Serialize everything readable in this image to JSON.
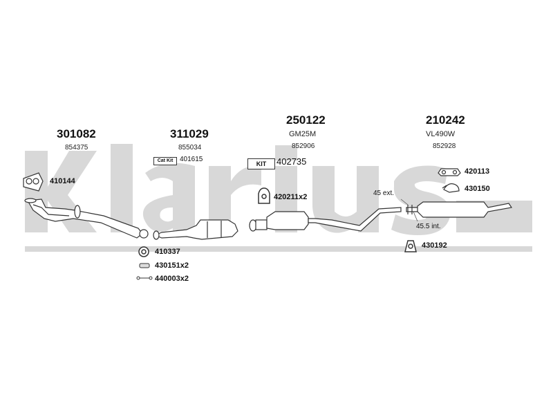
{
  "brand": {
    "watermark": "Klarius",
    "color": "#d8d8d8"
  },
  "groups": [
    {
      "main": "301082",
      "sub": "854375"
    },
    {
      "main": "311029",
      "sub": "855034"
    },
    {
      "main": "250122",
      "sub": "GM25M",
      "sub2": "852906"
    },
    {
      "main": "210242",
      "sub": "VL490W",
      "sub2": "852928"
    }
  ],
  "catkit": {
    "badge": "Cat Kit",
    "code": "401615"
  },
  "kit": {
    "badge": "KIT",
    "code": "402735"
  },
  "parts": {
    "p410144": "410144",
    "p410337": "410337",
    "p430151": "430151x2",
    "p440003": "440003x2",
    "p420211": "420211x2",
    "p420113": "420113",
    "p430150": "430150",
    "p430192": "430192"
  },
  "notes": {
    "ext": "45 ext.",
    "int": "45.5 int."
  },
  "colors": {
    "line": "#333333",
    "fill": "#e6e6e6"
  }
}
